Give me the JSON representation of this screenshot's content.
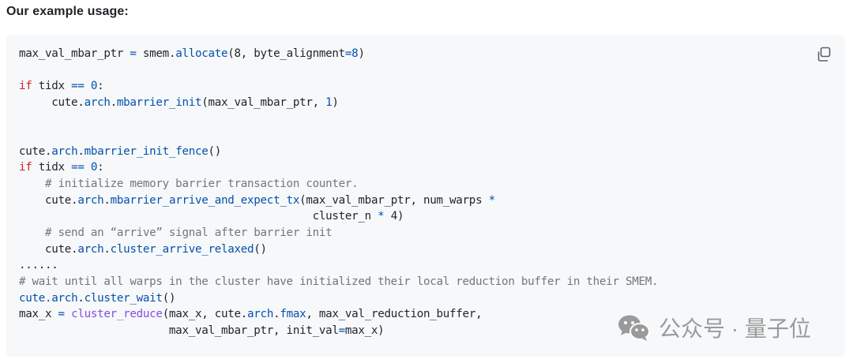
{
  "heading": "Our example usage:",
  "code_block": {
    "copy_icon": "copy-icon",
    "lines": [
      [
        {
          "t": "max_val_mbar_ptr "
        },
        {
          "t": "=",
          "c": "op"
        },
        {
          "t": " smem."
        },
        {
          "t": "allocate",
          "c": "fn"
        },
        {
          "t": "(8, byte_alignment"
        },
        {
          "t": "=",
          "c": "op"
        },
        {
          "t": "8",
          "c": "num"
        },
        {
          "t": ")"
        }
      ],
      [],
      [
        {
          "t": "if",
          "c": "kw"
        },
        {
          "t": " tidx "
        },
        {
          "t": "==",
          "c": "op"
        },
        {
          "t": " "
        },
        {
          "t": "0",
          "c": "num"
        },
        {
          "t": ":"
        }
      ],
      [
        {
          "t": "     cute."
        },
        {
          "t": "arch",
          "c": "fn"
        },
        {
          "t": "."
        },
        {
          "t": "mbarrier_init",
          "c": "fn"
        },
        {
          "t": "(max_val_mbar_ptr, "
        },
        {
          "t": "1",
          "c": "num"
        },
        {
          "t": ")"
        }
      ],
      [],
      [],
      [
        {
          "t": "cute."
        },
        {
          "t": "arch",
          "c": "fn"
        },
        {
          "t": "."
        },
        {
          "t": "mbarrier_init_fence",
          "c": "fn"
        },
        {
          "t": "()"
        }
      ],
      [
        {
          "t": "if",
          "c": "kw"
        },
        {
          "t": " tidx "
        },
        {
          "t": "==",
          "c": "op"
        },
        {
          "t": " "
        },
        {
          "t": "0",
          "c": "num"
        },
        {
          "t": ":"
        }
      ],
      [
        {
          "t": "    # initialize memory barrier transaction counter.",
          "c": "cm"
        }
      ],
      [
        {
          "t": "    cute."
        },
        {
          "t": "arch",
          "c": "fn"
        },
        {
          "t": "."
        },
        {
          "t": "mbarrier_arrive_and_expect_tx",
          "c": "fn"
        },
        {
          "t": "(max_val_mbar_ptr, num_warps "
        },
        {
          "t": "*",
          "c": "op"
        }
      ],
      [
        {
          "t": "                                             cluster_n "
        },
        {
          "t": "*",
          "c": "op"
        },
        {
          "t": " 4)"
        }
      ],
      [
        {
          "t": "    # send an “arrive” signal after barrier init",
          "c": "cm"
        }
      ],
      [
        {
          "t": "    cute."
        },
        {
          "t": "arch",
          "c": "fn"
        },
        {
          "t": "."
        },
        {
          "t": "cluster_arrive_relaxed",
          "c": "fn"
        },
        {
          "t": "()"
        }
      ],
      [
        {
          "t": "......"
        }
      ],
      [
        {
          "t": "# wait until all warps in the cluster have initialized their local reduction buffer in their SMEM.",
          "c": "cm"
        }
      ],
      [
        {
          "t": "cute.",
          "c": "fn"
        },
        {
          "t": "arch",
          "c": "fn"
        },
        {
          "t": "."
        },
        {
          "t": "cluster_wait",
          "c": "fn"
        },
        {
          "t": "()"
        }
      ],
      [
        {
          "t": "max_x "
        },
        {
          "t": "=",
          "c": "op"
        },
        {
          "t": " "
        },
        {
          "t": "cluster_reduce",
          "c": "call"
        },
        {
          "t": "(max_x, cute."
        },
        {
          "t": "arch",
          "c": "fn"
        },
        {
          "t": "."
        },
        {
          "t": "fmax",
          "c": "fn"
        },
        {
          "t": ", max_val_reduction_buffer,"
        }
      ],
      [
        {
          "t": "                       max_val_mbar_ptr, init_val"
        },
        {
          "t": "=",
          "c": "op"
        },
        {
          "t": "max_x)"
        }
      ]
    ]
  },
  "watermark": {
    "icon": "wechat-icon",
    "text": "公众号 · 量子位"
  }
}
